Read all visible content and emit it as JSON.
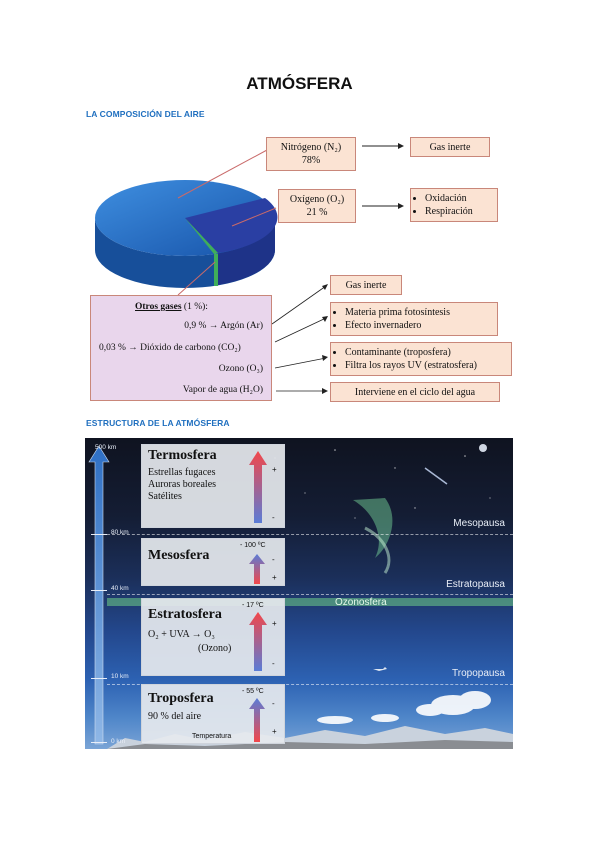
{
  "page_title": "ATMÓSFERA",
  "composition": {
    "heading": "LA COMPOSICIÓN DEL AIRE",
    "nitrogen": {
      "name": "Nitrógeno (N₂)",
      "percent": "78%",
      "result": "Gas inerte"
    },
    "oxygen": {
      "name": "Oxígeno (O₂)",
      "percent": "21 %",
      "results": [
        "Oxidación",
        "Respiración"
      ]
    },
    "others": {
      "title": "Otros gases",
      "title_suffix": " (1 %):",
      "rows": [
        {
          "label": "0,9 % → Argón (Ar)",
          "result": "Gas inerte"
        },
        {
          "label": "0,03 % →  Dióxido de carbono (CO₂)",
          "results": [
            "Materia prima fotosíntesis",
            "Efecto invernadero"
          ]
        },
        {
          "label": "Ozono (O₃)",
          "results": [
            "Contaminante (troposfera)",
            "Filtra los rayos UV (estratosfera)"
          ]
        },
        {
          "label": "Vapor de agua (H₂O)",
          "result": "Interviene en el ciclo del agua"
        }
      ]
    },
    "colors": {
      "pie_main": "#1d63b8",
      "pie_oxygen": "#2640a6",
      "pie_others": "#3fae5a",
      "box_fill": "#fbe3d3",
      "others_fill": "#e9d6ec",
      "border": "#c9877a"
    }
  },
  "structure": {
    "heading": "ESTRUCTURA DE LA ATMÓSFERA",
    "km_labels": [
      "500 km",
      "80 km",
      "40 km",
      "10 km",
      "0 km"
    ],
    "boundaries": [
      "Mesopausa",
      "Estratopausa",
      "Ozonosfera",
      "Tropopausa"
    ],
    "layers": [
      {
        "name": "Termosfera",
        "lines": [
          "Estrellas fugaces",
          "Auroras boreales",
          "Satélites"
        ],
        "temp": "",
        "plus": "+",
        "minus": "-"
      },
      {
        "name": "Mesosfera",
        "lines": [],
        "temp": "- 100 ºC",
        "plus": "+",
        "minus": "-"
      },
      {
        "name": "Estratosfera",
        "lines": [
          "O₂ + UVA → O₃",
          "(Ozono)"
        ],
        "temp": "- 17 ºC",
        "plus": "+",
        "minus": "-"
      },
      {
        "name": "Troposfera",
        "lines": [
          "90 % del aire"
        ],
        "temp": "- 55 ºC",
        "plus": "+",
        "minus": "-",
        "caption": "Temperatura"
      }
    ]
  }
}
